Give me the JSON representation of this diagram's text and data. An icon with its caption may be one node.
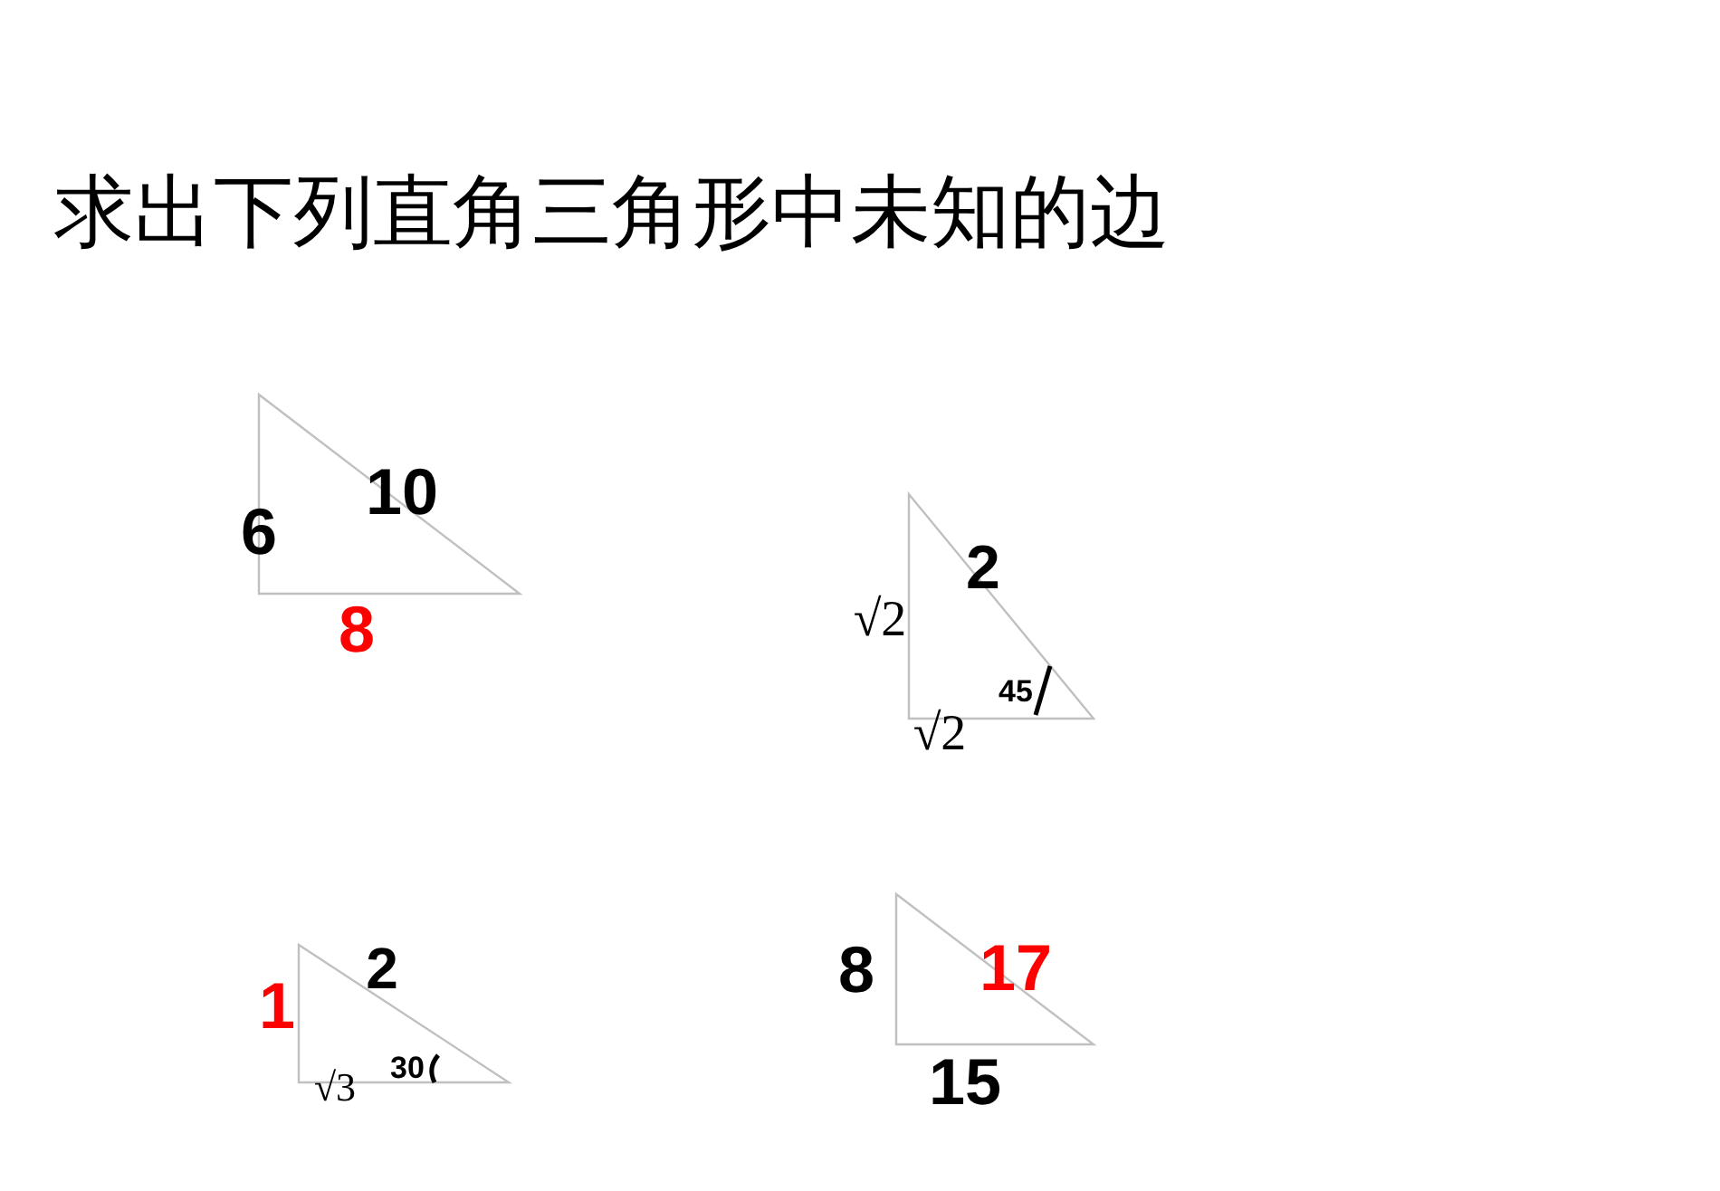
{
  "diagram": {
    "title": "求出下列直角三角形中未知的边",
    "labels": [
      "10",
      "6",
      "8",
      "2",
      "√2",
      "45",
      "√2",
      "2",
      "1",
      "√3",
      "30",
      "8",
      "17",
      "15"
    ]
  }
}
